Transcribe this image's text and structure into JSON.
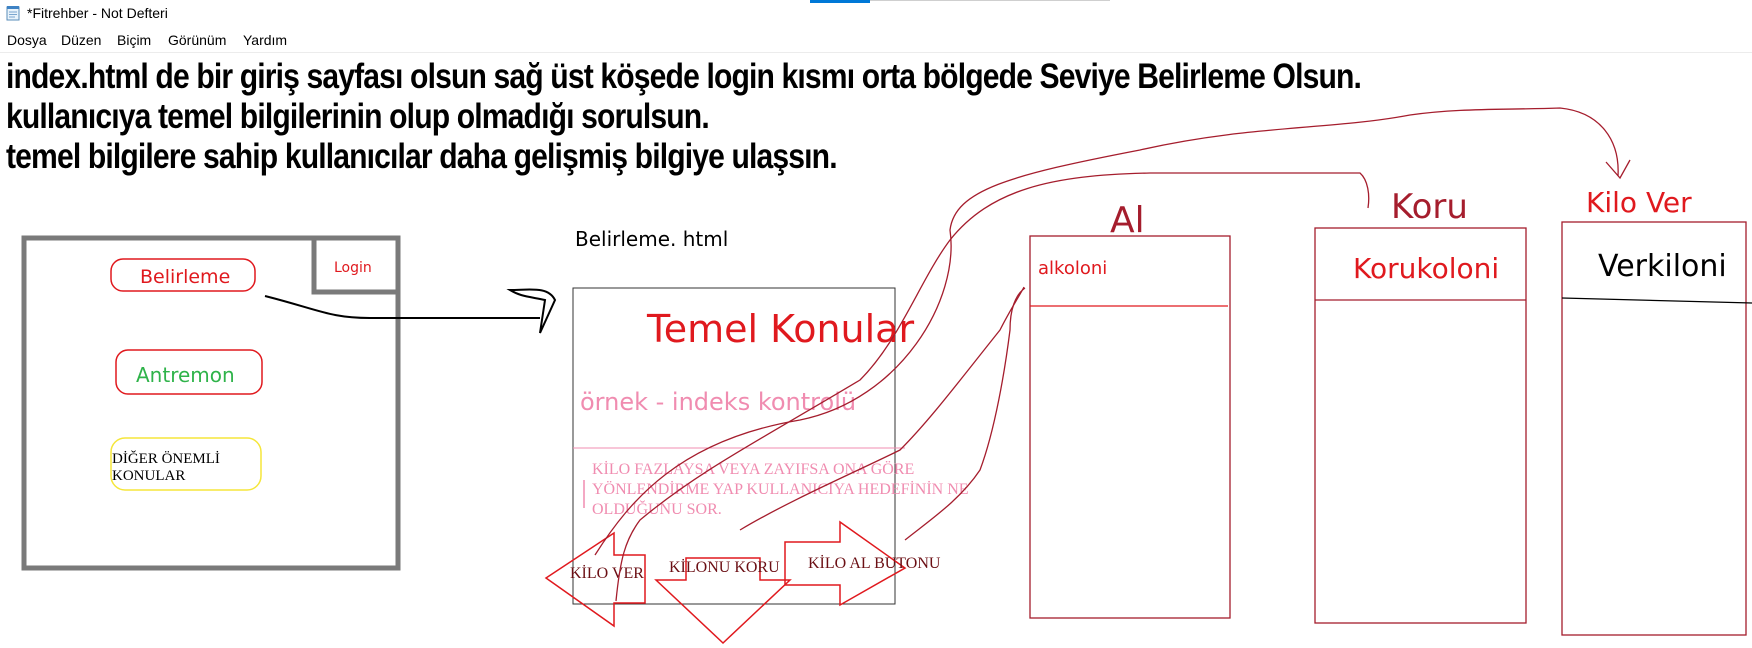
{
  "window": {
    "title": "*Fitrehber - Not Defteri"
  },
  "menu": {
    "items": [
      "Dosya",
      "Düzen",
      "Biçim",
      "Görünüm",
      "Yardım"
    ]
  },
  "note": {
    "lines": [
      "index.html de bir giriş sayfası olsun sağ üst köşede login kısmı orta bölgede Seviye Belirleme Olsun.",
      "kullanıcıya temel bilgilerinin olup olmadığı sorulsun.",
      "temel bilgilere sahip kullanıcılar daha gelişmiş bilgiye ulaşsın."
    ]
  },
  "sketch": {
    "home": {
      "login": "Login",
      "belirleme": "Belirleme",
      "antrenman": "Antremon",
      "diger": "DİĞER ÖNEMLİ KONULAR"
    },
    "belirleme_page": {
      "caption": "Belirleme. html",
      "heading": "Temel Konular",
      "example": "örnek - indeks kontrolü",
      "instruction": "KİLO FAZLAYSA VEYA ZAYIFSA ONA GÖRE YÖNLENDİRME YAP KULLANICIYA HEDEFİNİN NE OLDUĞUNU SOR.",
      "instruction_lines": [
        "KİLO FAZLAYSA VEYA ZAYIFSA ONA GÖRE",
        "YÖNLENDİRME YAP KULLANICIYA HEDEFİNİN NE",
        "OLDUĞUNU SOR."
      ],
      "btn_kilo_ver": "KİLO VER",
      "btn_kilo_koru": "KİLONU KORU",
      "btn_kilo_al": "KİLO AL BUTONU"
    },
    "columns": {
      "al": {
        "title": "Al",
        "sub": "alkoloni"
      },
      "koru": {
        "title": "Koru",
        "sub": "Korukoloni"
      },
      "ver": {
        "title": "Kilo Ver",
        "sub": "Verkiloni"
      }
    }
  },
  "colors": {
    "sketch_red": "#e0191e",
    "sketch_darkred": "#a51d2d",
    "sketch_pink": "#f08cb0",
    "sketch_green": "#2fb34a",
    "sketch_yellow": "#f5e63a",
    "sketch_gray": "#7a7a7a"
  }
}
